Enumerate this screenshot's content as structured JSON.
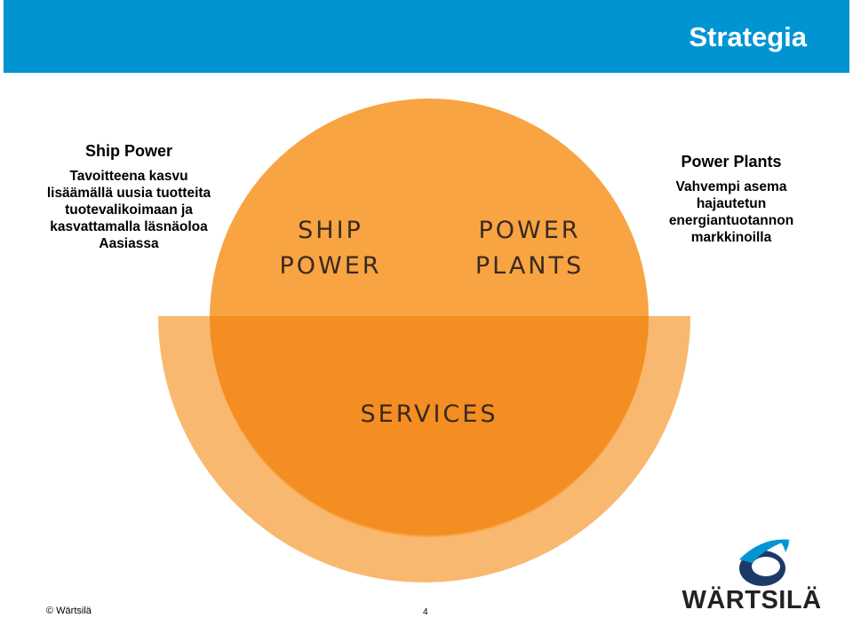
{
  "header": {
    "title": "Strategia"
  },
  "left_text": {
    "title": "Ship Power",
    "lines": [
      "Tavoitteena kasvu",
      "lisäämällä uusia tuotteita",
      "tuotevalikoimaan ja",
      "kasvattamalla läsnäoloa",
      "Aasiassa"
    ]
  },
  "right_text": {
    "title": "Power Plants",
    "lines": [
      "Vahvempi asema",
      "hajautetun",
      "energiantuotannon",
      "markkinoilla"
    ]
  },
  "diagram": {
    "ship_power": [
      "SHIP",
      "POWER"
    ],
    "power_plants": [
      "POWER",
      "PLANTS"
    ],
    "services": "SERVICES",
    "colors": {
      "top": "#f8a443",
      "outer_band": "#f9b870",
      "core": "#f48d22"
    }
  },
  "logo": {
    "text": "WÄRTSILÄ",
    "colors": {
      "swoosh": "#0095d2",
      "dark": "#1b3a66"
    }
  },
  "footer": {
    "copyright": "© Wärtsilä",
    "page_number": "4"
  }
}
